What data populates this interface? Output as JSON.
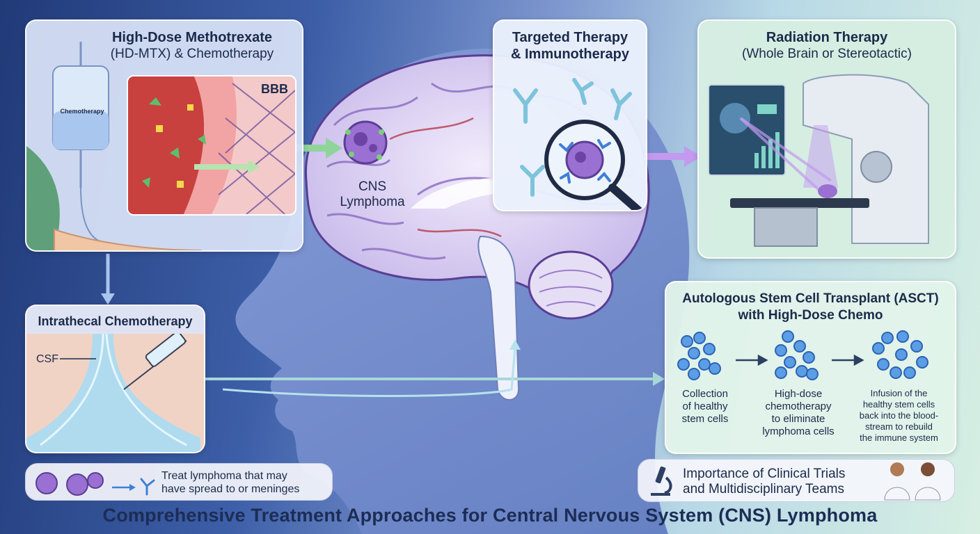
{
  "title": "Comprehensive Treatment Approaches for Central Nervous System (CNS) Lymphoma",
  "hdmtx": {
    "title_line1": "High-Dose Methotrexate",
    "title_line2": "(HD-MTX) & Chemotherapy",
    "iv_bag_label": "Chemotherapy",
    "barrier_label": "BBB"
  },
  "intrathecal": {
    "title": "Intrathecal Chemotherapy",
    "csf_label": "CSF"
  },
  "brain": {
    "lymphoma_line1": "CNS",
    "lymphoma_line2": "Lymphoma"
  },
  "targeted": {
    "title_line1": "Targeted Therapy",
    "title_line2": "& Immunotherapy"
  },
  "radiation": {
    "title": "Radiation Therapy",
    "subtitle": "(Whole Brain or Stereotactic)"
  },
  "asct": {
    "title_line1": "Autologous Stem Cell Transplant (ASCT)",
    "title_line2": "with High-Dose Chemo",
    "steps": [
      {
        "lines": [
          "Collection",
          "of healthy",
          "stem cells"
        ]
      },
      {
        "lines": [
          "High-dose",
          "chemotherapy",
          "to eliminate",
          "lymphoma cells"
        ]
      },
      {
        "lines": [
          "Infusion of the",
          "healthy stem cells",
          "back into the blood-",
          "stream to rebuild",
          "the immune system"
        ]
      }
    ]
  },
  "meninges_note": {
    "line1": "Treat lymphoma that may",
    "line2": "have spread to or meninges"
  },
  "trials": {
    "line1": "Importance of Clinical Trials",
    "line2": "and Multidisciplinary Teams"
  },
  "colors": {
    "title_text": "#1b2a4a",
    "lymphoma_purple": "#8a5cc4",
    "stem_cell_blue": "#3f7fd6",
    "vessel_red": "#c8413f"
  }
}
